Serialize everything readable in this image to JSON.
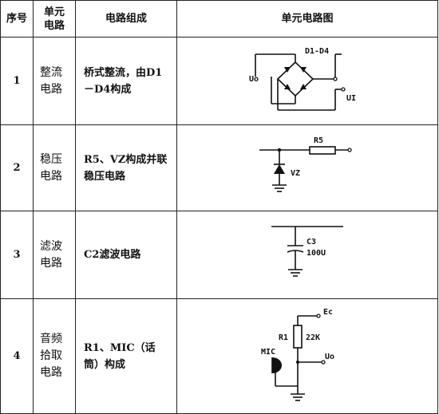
{
  "table": {
    "headers": {
      "no": "序号",
      "unit_line1": "单元",
      "unit_line2": "电路",
      "composition": "电路组成",
      "diagram": "单元电路图"
    },
    "rows": [
      {
        "no": "1",
        "unit": [
          "整流",
          "电路"
        ],
        "composition": "桥式整流，由D1－D4构成",
        "diagram": {
          "labels": [
            "D1-D4",
            "Uo",
            "UI"
          ]
        }
      },
      {
        "no": "2",
        "unit": [
          "稳压",
          "电路"
        ],
        "composition": "R5、VZ构成并联稳压电路",
        "diagram": {
          "labels": [
            "R5",
            "VZ"
          ]
        }
      },
      {
        "no": "3",
        "unit": [
          "滤波",
          "电路"
        ],
        "composition": "C2滤波电路",
        "diagram": {
          "labels": [
            "C3",
            "100U"
          ]
        }
      },
      {
        "no": "4",
        "unit": [
          "音频",
          "拾取",
          "电路"
        ],
        "composition": "R1、MIC（话筒）构成",
        "diagram": {
          "labels": [
            "R1",
            "22K",
            "MIC",
            "Ec",
            "Uo"
          ]
        }
      }
    ]
  }
}
